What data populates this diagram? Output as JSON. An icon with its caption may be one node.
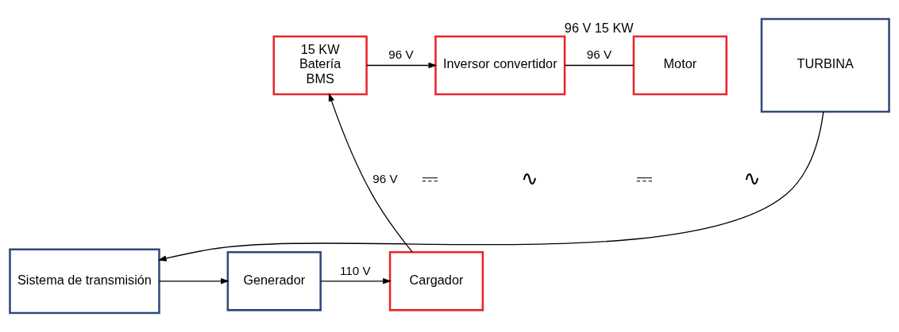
{
  "diagram": {
    "nodes": [
      {
        "text": [
          "15 KW",
          "Batería",
          "BMS"
        ]
      },
      {
        "text": [
          "Inversor convertidor"
        ]
      },
      {
        "text": [
          "Motor"
        ],
        "beside": [
          "96 V 15 KW"
        ]
      },
      {
        "text": [
          "TURBINA"
        ]
      },
      {
        "text": [
          "Cargador"
        ]
      },
      {
        "text": [
          "Generador"
        ]
      },
      {
        "text": [
          "Sistema de transmisión"
        ]
      }
    ],
    "edges": [
      {
        "from": 0,
        "to": 1,
        "arrow": "to",
        "label": "96 V"
      },
      {
        "from": 1,
        "to": 2,
        "arrow": "none",
        "label": "96 V"
      },
      {
        "from": 4,
        "to": 0,
        "arrow": "to",
        "label": "96 V"
      },
      {
        "from": 5,
        "to": 4,
        "arrow": "to",
        "label": "110 V"
      },
      {
        "from": 6,
        "to": 5,
        "arrow": "to"
      },
      {
        "from": 3,
        "to": 6,
        "arrow": "to"
      }
    ],
    "labels": [
      "⎓",
      "∿",
      "⎓",
      "∿"
    ]
  }
}
